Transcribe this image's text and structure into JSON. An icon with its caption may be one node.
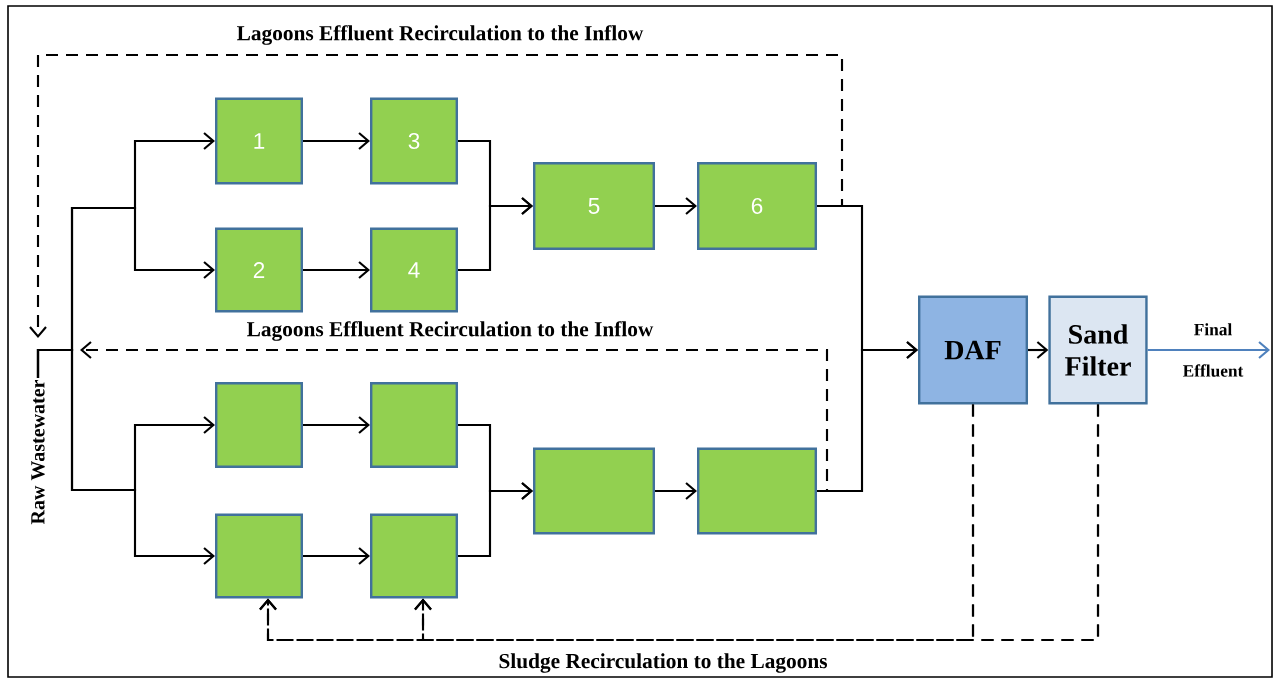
{
  "diagram": {
    "nodes": [
      {
        "text": [
          "1"
        ]
      },
      {
        "text": [
          "3"
        ]
      },
      {
        "text": [
          "2"
        ]
      },
      {
        "text": [
          "4"
        ]
      },
      {
        "text": [
          "5"
        ]
      },
      {
        "text": [
          "6"
        ]
      },
      {
        "text": [],
        "shape": "box"
      },
      {
        "text": [],
        "shape": "box"
      },
      {
        "text": [],
        "shape": "box"
      },
      {
        "text": [],
        "shape": "box"
      },
      {
        "text": [],
        "shape": "box"
      },
      {
        "text": [],
        "shape": "box"
      },
      {
        "text": [
          "DAF"
        ]
      },
      {
        "text": [
          "Sand Filter"
        ]
      },
      {
        "text": [
          "Raw Wastewater"
        ]
      }
    ],
    "edges": [
      {
        "from": 14,
        "to": 0,
        "arrow": "to"
      },
      {
        "from": 14,
        "to": 2,
        "arrow": "to"
      },
      {
        "from": 14,
        "to": 6,
        "arrow": "to"
      },
      {
        "from": 14,
        "to": 8,
        "arrow": "to"
      },
      {
        "from": 0,
        "to": 1,
        "arrow": "to"
      },
      {
        "from": 2,
        "to": 3,
        "arrow": "to"
      },
      {
        "from": 1,
        "to": 4,
        "arrow": "to"
      },
      {
        "from": 3,
        "to": 4,
        "arrow": "to"
      },
      {
        "from": 4,
        "to": 5,
        "arrow": "to"
      },
      {
        "from": 6,
        "to": 7,
        "arrow": "to"
      },
      {
        "from": 8,
        "to": 9,
        "arrow": "to"
      },
      {
        "from": 7,
        "to": 10,
        "arrow": "to"
      },
      {
        "from": 9,
        "to": 10,
        "arrow": "to"
      },
      {
        "from": 10,
        "to": 11,
        "arrow": "to"
      },
      {
        "from": 5,
        "to": 12,
        "arrow": "to"
      },
      {
        "from": 11,
        "to": 12,
        "arrow": "to"
      },
      {
        "from": 12,
        "to": 13,
        "arrow": "to"
      },
      {
        "from": 13,
        "to": null,
        "arrow": "to",
        "label": "Final Effluent",
        "color": "#4f81bd"
      },
      {
        "from": 5,
        "to": null,
        "arrow": "to",
        "label": "Lagoons Effluent Recirculation to the Inflow",
        "style": "dashed"
      },
      {
        "from": 11,
        "to": null,
        "arrow": "to",
        "label": "Lagoons Effluent Recirculation to the Inflow",
        "style": "dashed"
      },
      {
        "from": 12,
        "to": 8,
        "arrow": "to",
        "label": "Sludge Recirculation to the Lagoons",
        "style": "dashed"
      },
      {
        "from": 12,
        "to": 9,
        "arrow": "to",
        "style": "dashed"
      },
      {
        "from": 13,
        "to": 8,
        "arrow": "to",
        "style": "dashed"
      },
      {
        "from": 13,
        "to": 9,
        "arrow": "to",
        "style": "dashed"
      }
    ]
  }
}
